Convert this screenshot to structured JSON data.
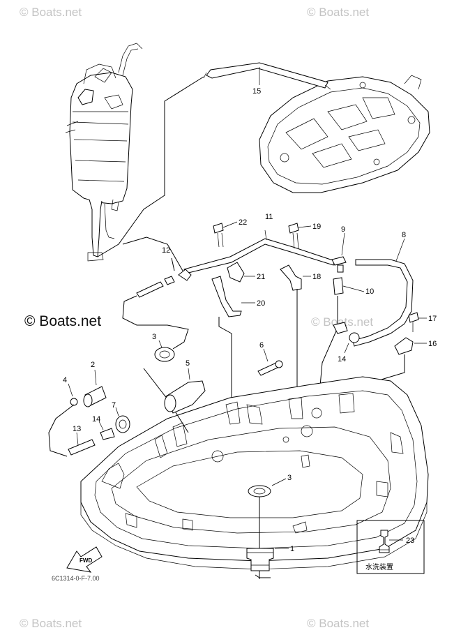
{
  "watermarks": {
    "top_left": "© Boats.net",
    "top_right": "© Boats.net",
    "middle_left": "© Boats.net",
    "middle_right": "© Boats.net",
    "bottom_left": "© Boats.net",
    "bottom_right": "© Boats.net"
  },
  "callouts": {
    "c1": "1",
    "c2": "2",
    "c3a": "3",
    "c3b": "3",
    "c4": "4",
    "c5": "5",
    "c6": "6",
    "c7": "7",
    "c8": "8",
    "c9": "9",
    "c10": "10",
    "c11": "11",
    "c12": "12",
    "c13": "13",
    "c14a": "14",
    "c14b": "14",
    "c15": "15",
    "c16": "16",
    "c17": "17",
    "c18": "18",
    "c19": "19",
    "c20": "20",
    "c21": "21",
    "c22": "22",
    "c23": "23"
  },
  "inset": {
    "caption": "水洗装置"
  },
  "fwd_arrow": {
    "label": "FWD"
  },
  "drawing_code": "6C1314-0-F-7.00"
}
